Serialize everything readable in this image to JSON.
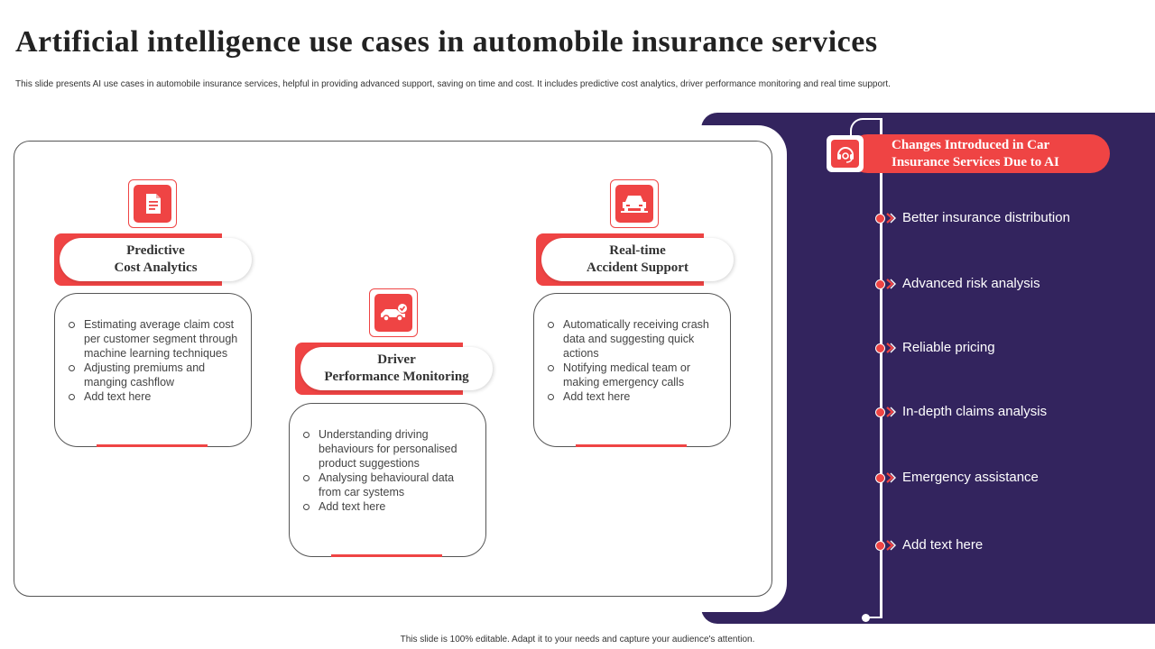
{
  "title": "Artificial intelligence use cases in automobile insurance services",
  "subtitle": "This slide presents AI use cases in automobile  insurance services, helpful in providing advanced support, saving on time and cost. It includes predictive cost analytics, driver performance monitoring and real time support.",
  "footer": "This slide is 100% editable.  Adapt it to your needs and capture your audience's attention.",
  "cards": [
    {
      "icon": "document-icon",
      "label_line1": "Predictive",
      "label_line2": "Cost Analytics",
      "items": [
        "Estimating average  claim cost per customer segment through  machine learning techniques",
        "Adjusting premiums and manging cashflow",
        "Add text here"
      ]
    },
    {
      "icon": "car-check-icon",
      "label_line1": "Driver",
      "label_line2": "Performance Monitoring",
      "items": [
        "Understanding driving  behaviours for personalised product suggestions",
        "Analysing behavioural  data from car systems",
        "Add text here"
      ]
    },
    {
      "icon": "car-crash-icon",
      "label_line1": "Real-time",
      "label_line2": "Accident Support",
      "items": [
        "Automatically receiving crash data and suggesting quick actions",
        "Notifying medical team or making emergency  calls",
        "Add text here"
      ]
    }
  ],
  "panel": {
    "icon": "support-headset-icon",
    "header_line1": "Changes Introduced in Car",
    "header_line2": "Insurance Services Due to AI",
    "items": [
      "Better insurance distribution",
      "Advanced risk analysis",
      "Reliable pricing",
      "In-depth claims analysis",
      "Emergency assistance",
      "Add text here"
    ]
  },
  "colors": {
    "accent": "#ef4444",
    "panel": "#33245e"
  }
}
